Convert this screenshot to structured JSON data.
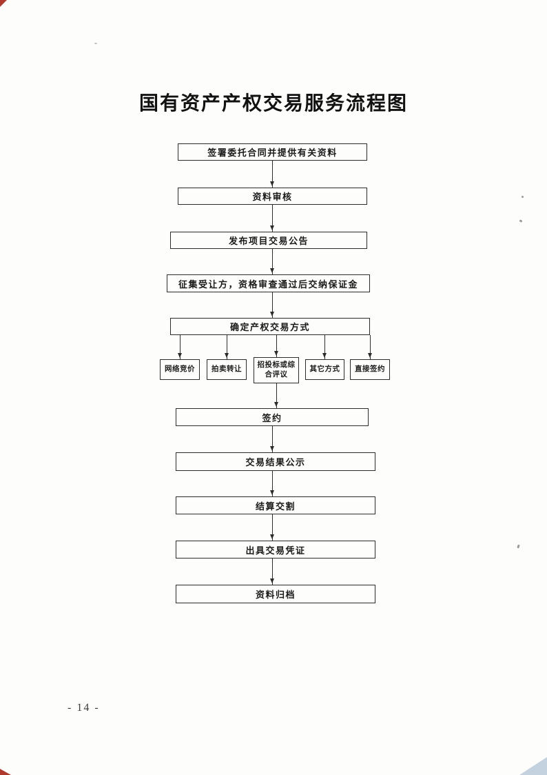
{
  "flow": {
    "title": "国有资产产权交易服务流程图",
    "steps": [
      {
        "label": "签署委托合同并提供有关资料"
      },
      {
        "label": "资料审核"
      },
      {
        "label": "发布项目交易公告"
      },
      {
        "label": "征集受让方，资格审查通过后交纳保证金"
      },
      {
        "label": "确定产权交易方式"
      },
      {
        "label": "签约"
      },
      {
        "label": "交易结果公示"
      },
      {
        "label": "结算交割"
      },
      {
        "label": "出具交易凭证"
      },
      {
        "label": "资料归档"
      }
    ],
    "branches": [
      {
        "label": "网络竞价"
      },
      {
        "label": "拍卖转让"
      },
      {
        "label": "招投标或综合评议"
      },
      {
        "label": "其它方式"
      },
      {
        "label": "直接签约"
      }
    ]
  },
  "page": {
    "number": "- 14 -"
  }
}
